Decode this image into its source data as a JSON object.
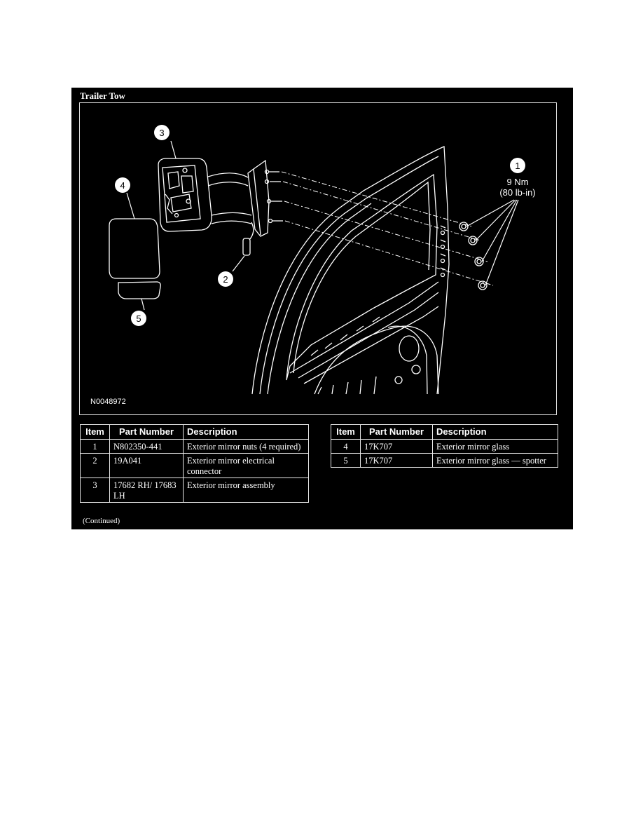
{
  "panel": {
    "title": "Trailer Tow",
    "figure_id": "N0048972",
    "continued": "(Continued)"
  },
  "diagram": {
    "callouts": [
      "1",
      "2",
      "3",
      "4",
      "5"
    ],
    "torque_value": "9 Nm",
    "torque_imperial": "(80 lb-in)"
  },
  "tables": {
    "headers": [
      "Item",
      "Part Number",
      "Description"
    ],
    "left_rows": [
      {
        "item": "1",
        "part": "N802350-441",
        "desc": "Exterior mirror nuts (4 required)"
      },
      {
        "item": "2",
        "part": "19A041",
        "desc": "Exterior mirror electrical connector"
      },
      {
        "item": "3",
        "part": "17682 RH/ 17683 LH",
        "desc": "Exterior mirror assembly"
      }
    ],
    "right_rows": [
      {
        "item": "4",
        "part": "17K707",
        "desc": "Exterior mirror glass"
      },
      {
        "item": "5",
        "part": "17K707",
        "desc": "Exterior mirror glass — spotter"
      }
    ]
  }
}
